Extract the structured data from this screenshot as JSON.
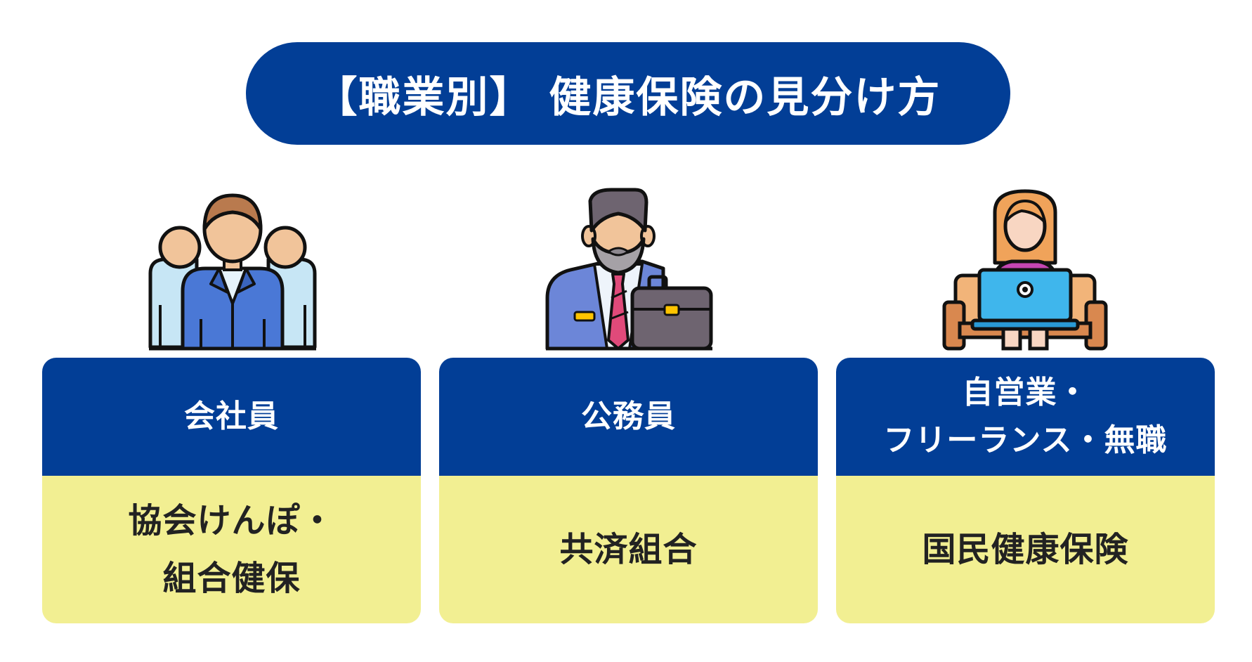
{
  "title": "【職業別】 健康保険の見分け方",
  "columns": [
    {
      "heading_lines": [
        "会社員"
      ],
      "insurance_lines": [
        "協会けんぽ・",
        "組合健保"
      ],
      "icon": "office-workers-icon"
    },
    {
      "heading_lines": [
        "公務員"
      ],
      "insurance_lines": [
        "共済組合"
      ],
      "icon": "civil-servant-icon"
    },
    {
      "heading_lines": [
        "自営業・",
        "フリーランス・無職"
      ],
      "insurance_lines": [
        "国民健康保険"
      ],
      "icon": "freelancer-laptop-icon"
    }
  ],
  "colors": {
    "navy": "#023e96",
    "yellow": "#f2ef92",
    "text_dark": "#222222"
  }
}
